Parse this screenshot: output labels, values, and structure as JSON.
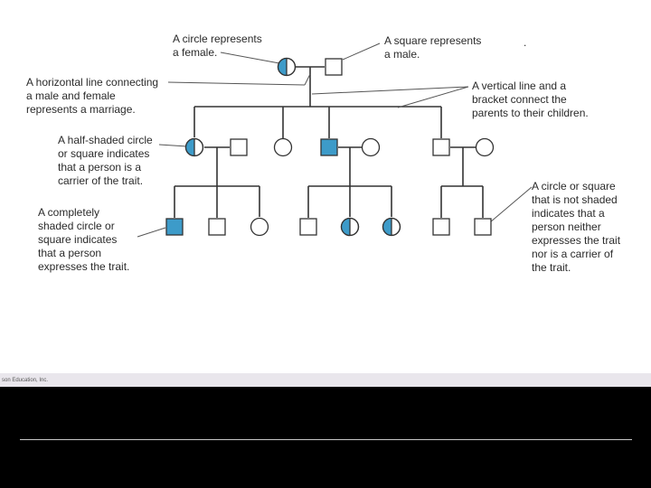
{
  "colors": {
    "paper": "#ffffff",
    "ink": "#2a2a2a",
    "line": "#333333",
    "affected": "#3d9bc9",
    "background": "#000000"
  },
  "labels": {
    "circle_female": "A circle represents\na female.",
    "square_male": "A square represents\na male.",
    "marriage_line": "A horizontal line connecting\na male and female\nrepresents a marriage.",
    "vertical_bracket": "A vertical line and a\nbracket connect the\nparents to their children.",
    "carrier": "A half-shaded circle\nor square indicates\nthat a person is a\ncarrier of the trait.",
    "expresses": "A completely\nshaded circle or\nsquare indicates\nthat a person\nexpresses the trait.",
    "unshaded": "A circle or square\nthat is not shaded\nindicates that a\nperson neither\nexpresses the trait\nnor is a carrier of\nthe trait."
  },
  "credit": "son Education, Inc.",
  "stray_mark": ".",
  "pedigree": {
    "generation_1": [
      {
        "sex": "female",
        "status": "carrier"
      },
      {
        "sex": "male",
        "status": "unaffected"
      }
    ],
    "generation_2": [
      {
        "sex": "female",
        "status": "carrier"
      },
      {
        "sex": "male",
        "status": "unaffected"
      },
      {
        "sex": "female",
        "status": "unaffected"
      },
      {
        "sex": "male",
        "status": "affected"
      },
      {
        "sex": "female",
        "status": "unaffected"
      },
      {
        "sex": "male",
        "status": "unaffected"
      },
      {
        "sex": "female",
        "status": "unaffected"
      }
    ],
    "generation_3": [
      {
        "sex": "male",
        "status": "affected"
      },
      {
        "sex": "male",
        "status": "unaffected"
      },
      {
        "sex": "female",
        "status": "unaffected"
      },
      {
        "sex": "male",
        "status": "unaffected"
      },
      {
        "sex": "female",
        "status": "carrier"
      },
      {
        "sex": "female",
        "status": "carrier"
      },
      {
        "sex": "male",
        "status": "unaffected"
      },
      {
        "sex": "male",
        "status": "unaffected"
      }
    ]
  }
}
